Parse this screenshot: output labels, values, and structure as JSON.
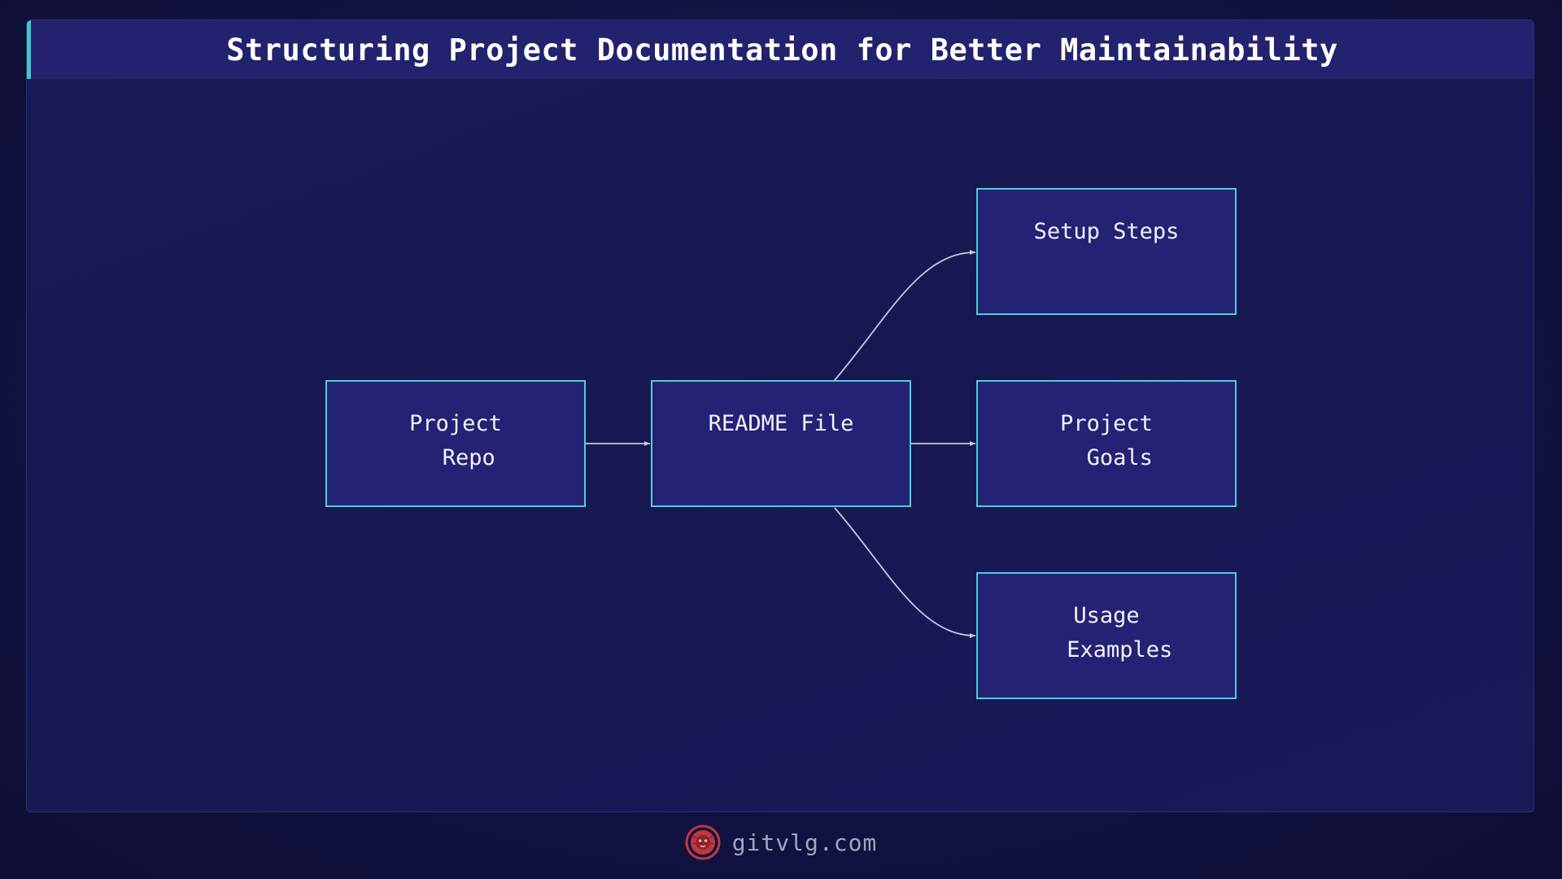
{
  "header": {
    "title": "Structuring Project Documentation for Better Maintainability"
  },
  "diagram": {
    "nodes": [
      {
        "id": "project-repo",
        "lines": [
          "Project",
          "  Repo"
        ]
      },
      {
        "id": "readme-file",
        "lines": [
          "README File"
        ]
      },
      {
        "id": "setup-steps",
        "lines": [
          "Setup Steps"
        ]
      },
      {
        "id": "project-goals",
        "lines": [
          "Project",
          "  Goals"
        ]
      },
      {
        "id": "usage-examples",
        "lines": [
          "Usage",
          "  Examples"
        ]
      }
    ],
    "edges": [
      {
        "from": "project-repo",
        "to": "readme-file"
      },
      {
        "from": "readme-file",
        "to": "setup-steps"
      },
      {
        "from": "readme-file",
        "to": "project-goals"
      },
      {
        "from": "readme-file",
        "to": "usage-examples"
      }
    ]
  },
  "footer": {
    "site": "gitvlg.com",
    "logo_icon": "lion-logo-icon"
  },
  "colors": {
    "background": "#131345",
    "panel": "#1b1b55",
    "title_bar": "#22226e",
    "accent": "#3fc9c9",
    "node_fill": "#232275",
    "node_border": "#4ad0d8",
    "edge": "#c9c9dc",
    "logo": "#c0393f"
  }
}
